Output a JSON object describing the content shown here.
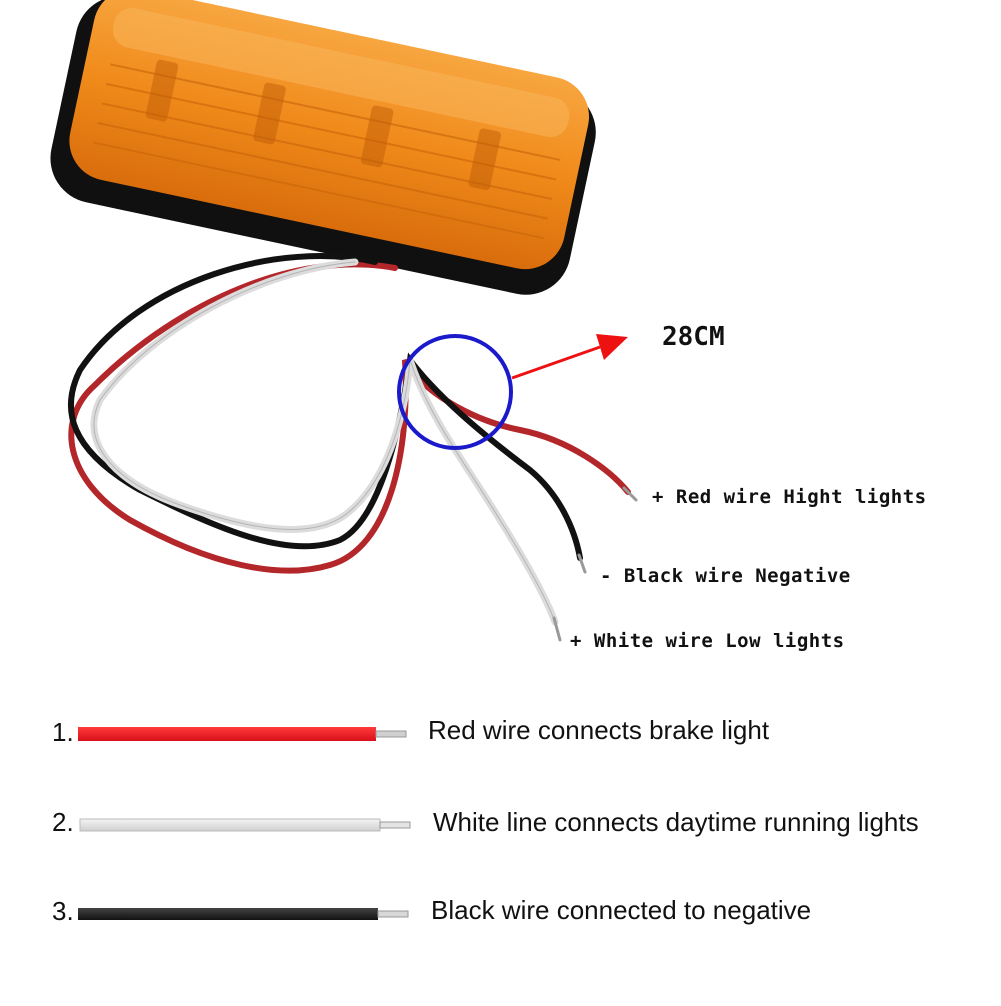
{
  "length_label": "28CM",
  "wire_labels": {
    "red": "+ Red wire Hight lights",
    "black": "- Black wire Negative",
    "white": "+ White wire Low lights"
  },
  "legend": [
    {
      "number": "1.",
      "text": "Red wire connects brake light"
    },
    {
      "number": "2.",
      "text": "White line connects daytime running lights"
    },
    {
      "number": "3.",
      "text": "Black wire connected to negative"
    }
  ],
  "colors": {
    "lens_amber": "#f08a1a",
    "housing": "#111111",
    "wire_red": "#b3262a",
    "wire_white": "#e6e6e6",
    "wire_black": "#111111",
    "circle_blue": "#1a1acc",
    "arrow_red": "#ee1111",
    "legend_red": "#e8161b"
  },
  "icons": {
    "product": "amber-led-marker-light",
    "arrow": "red-arrow",
    "circle": "blue-highlight-circle"
  }
}
